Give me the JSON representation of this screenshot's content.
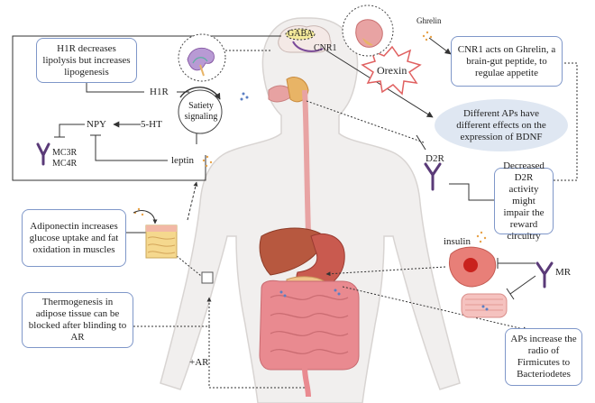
{
  "boxes": {
    "h1r_text": "H1R decreases lipolysis but increases lipogenesis",
    "cnr1_text": "CNR1 acts on Ghrelin, a brain-gut peptide, to regulae appetite",
    "bdnf_text": "Different APs have different effects on the expression of BDNF",
    "d2r_text": "Decreased D2R activity might impair the reward circuitry",
    "adiponectin_text": "Adiponectin increases glucose uptake and fat oxidation in muscles",
    "thermo_text": "Thermogenesis in adipose tissue can be blocked after blinding to AR",
    "firmicutes_text": "APs increase the radio of Firmicutes to Bacteriodetes",
    "satiety_text": "Satiety signaling"
  },
  "labels": {
    "gaba": "GABA",
    "cnr1": "CNR1",
    "ghrelin": "Ghrelin",
    "orexin": "Orexin",
    "h1r": "H1R",
    "npy": "NPY",
    "ht5": "5-HT",
    "mc3r": "MC3R",
    "mc4r": "MC4R",
    "leptin": "leptin",
    "d2r": "D2R",
    "insulin": "insulin",
    "mr": "MR",
    "ar": "+AR"
  },
  "colors": {
    "box_border": "#7f97c9",
    "receptor": "#5a3a78",
    "orexin_border": "#e06060",
    "skin": "#f1efee",
    "skin_outline": "#d8d4d2",
    "intestine": "#e98a90",
    "liver": "#b7583f",
    "stomach": "#c95a4f",
    "esophagus": "#e8a3a3"
  },
  "icons": [
    "brain-icon",
    "hypothalamus-icon",
    "stomach-icon",
    "receptor-icon",
    "adipose-tissue-icon",
    "muscle-fiber-icon",
    "fat-cell-icon",
    "liver-icon",
    "intestine-icon"
  ]
}
